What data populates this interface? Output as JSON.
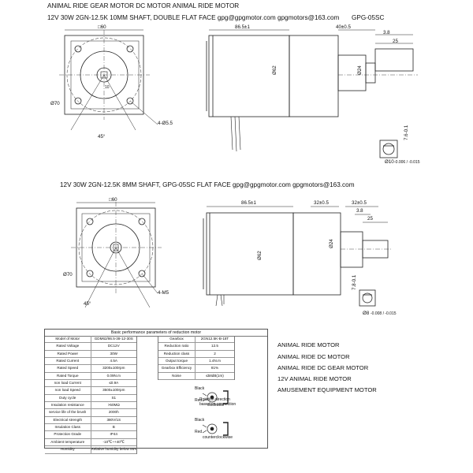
{
  "header": {
    "line1": "ANIMAL RIDE GEAR MOTOR DC MOTOR  ANIMAL RIDE MOTOR",
    "line2": "12V 30W 2GN-12.5K 10MM SHAFT, DOUBLE FLAT FACE   gpg@gpgmotor.com gpgmotors@163.com",
    "model_top": "GPG-05SC",
    "line3": "12V 30W 2GN-12.5K 8MM SHAFT, GPG-05SC FLAT FACE   gpg@gpgmotor.com gpgmotors@163.com"
  },
  "drawing1": {
    "dim_width": "□60",
    "dim_diag": "Ø70",
    "dim_angle": "45°",
    "dim_holes": "4-Ø5.5",
    "dim_body": "86.5±1",
    "dim_shaft_len": "40±0.5",
    "dim_flat_off": "3.8",
    "dim_flat_len": "25",
    "dim_dia": "Ø62",
    "dim_boss": "Ø24",
    "dim_key": "7.6-0.1",
    "dim_shaft": "Ø10",
    "dim_tol": "-0.006 / -0.015",
    "center_mark": "10"
  },
  "drawing2": {
    "dim_width": "□60",
    "dim_diag": "Ø70",
    "dim_angle": "45°",
    "dim_holes": "4-M5",
    "dim_body": "86.5±1",
    "dim_shaft_len": "32±0.5",
    "dim_flat_off": "3.8",
    "dim_flat_len": "25",
    "dim_dia": "Ø62",
    "dim_boss": "Ø24",
    "dim_key": "7.8-0.1",
    "dim_shaft": "Ø8",
    "dim_tol": "-0.008 / -0.015"
  },
  "spec": {
    "title": "Basic performance parameters of reduction motor",
    "left_rows": [
      [
        "Model of Motor",
        "GDM62/86.5-38-12-30S"
      ],
      [
        "Rated Voltage",
        "DC12V"
      ],
      [
        "Rated Power",
        "30W"
      ],
      [
        "Rated Current",
        "4.5A"
      ],
      [
        "Rated Speed",
        "3200±100rpm"
      ],
      [
        "Rated Torque",
        "0.09N.m"
      ],
      [
        "non load Current",
        "≤0.9A"
      ],
      [
        "non load Speed",
        "3500±100rpm"
      ],
      [
        "Duty cycle",
        "S1"
      ],
      [
        "Insulation resistance",
        ">50MΩ"
      ],
      [
        "service life of the brush",
        "2000h"
      ],
      [
        "Electrical strength",
        "380V/1S"
      ],
      [
        "Insulation Class",
        "B"
      ],
      [
        "Protection Grade",
        "IP44"
      ],
      [
        "Ambient temperature",
        "-10℃~+40℃"
      ],
      [
        "Humidity",
        "Relative humidity below 95%"
      ]
    ],
    "right_rows": [
      [
        "Gearbox",
        "2GN12.5K-B-18T"
      ],
      [
        "Reduction ratio",
        "12.5"
      ],
      [
        "Reduction class",
        "2"
      ],
      [
        "Output torque",
        "1.4N.m"
      ],
      [
        "Gearbox Efficiency",
        "81%"
      ],
      [
        "Noise",
        "≤58dB(1m)"
      ]
    ],
    "rotation_label": "Rotation direction based on connection",
    "wire_black": "Black",
    "wire_red": "Red",
    "cw": "clockwise",
    "ccw": "counterclockwise"
  },
  "side_list": [
    "ANIMAL RIDE MOTOR",
    "ANIMAL RIDE DC MOTOR",
    "ANIMAL RIDE DC GEAR MOTOR",
    "12V ANIMAL RIDE MOTOR",
    "AMUSEMENT EQUIPMENT MOTOR"
  ]
}
